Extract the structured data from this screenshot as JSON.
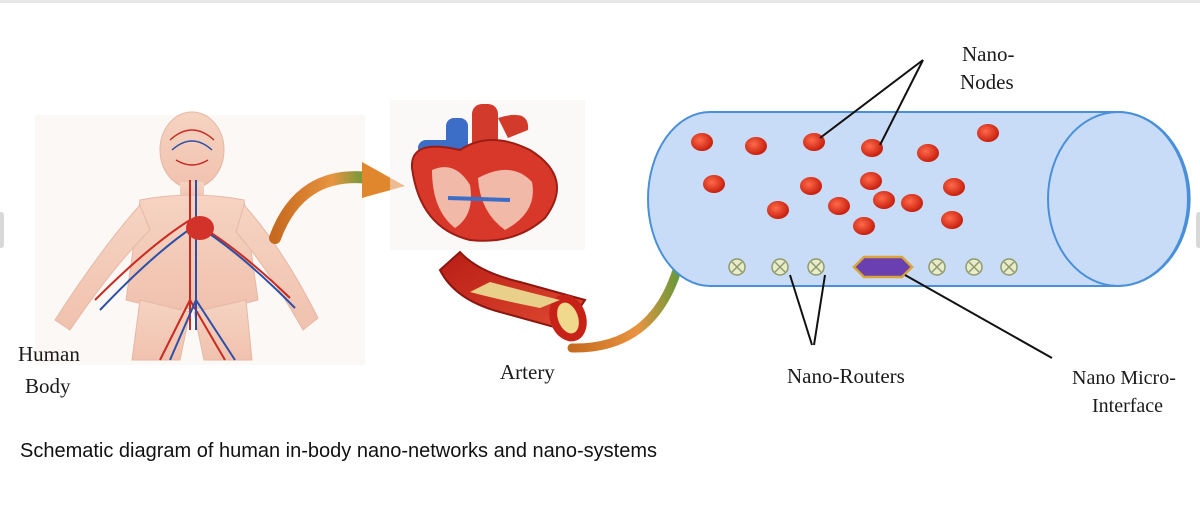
{
  "labels": {
    "human_body_line1": "Human",
    "human_body_line2": "Body",
    "artery": "Artery",
    "nano_nodes_line1": "Nano-",
    "nano_nodes_line2": "Nodes",
    "nano_routers": "Nano-Routers",
    "nano_interface_line1": "Nano Micro-",
    "nano_interface_line2": "Interface"
  },
  "caption": "Schematic diagram of human in-body nano-networks and nano-systems",
  "colors": {
    "vessel_fill": "#c9dcf7",
    "vessel_stroke": "#4a90d9",
    "nano_node": "#d8301f",
    "nano_router": "#d7d9a8",
    "interface_fill": "#6a3fb0",
    "interface_stroke": "#d9a43a",
    "arrow": "#e0872e",
    "arrow_tip": "#4a8a3a"
  },
  "icons": [
    "human-body-illustration",
    "heart-illustration",
    "artery-illustration",
    "blood-vessel-cylinder",
    "nano-node-icon",
    "nano-router-icon",
    "nano-interface-icon",
    "curved-arrow-icon"
  ]
}
